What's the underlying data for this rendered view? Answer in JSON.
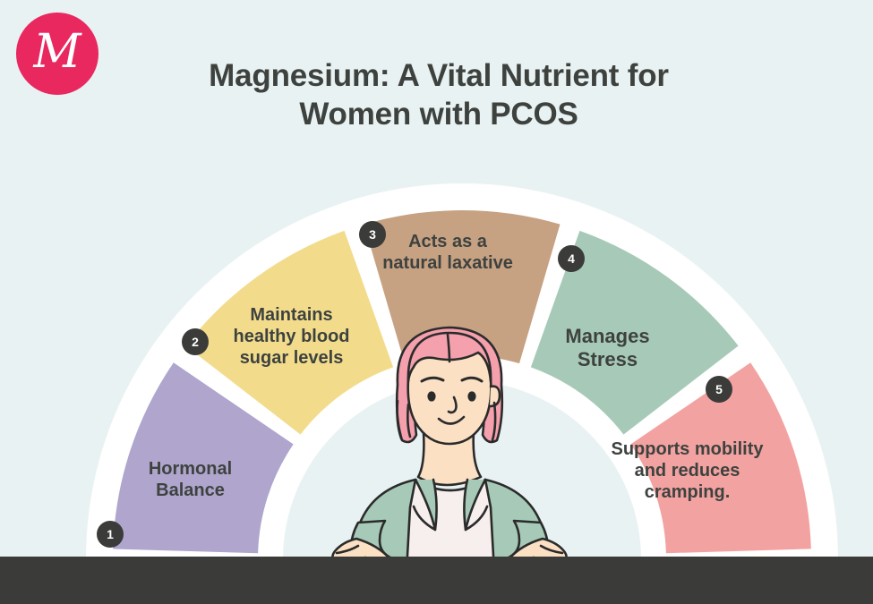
{
  "brand": {
    "logo_letter": "M",
    "logo_color": "#e8285f",
    "logo_icon": "m-monogram-logo"
  },
  "header": {
    "title_line1": "Magnesium: A Vital Nutrient for",
    "title_line2": "Women with PCOS",
    "title_color": "#3e423f"
  },
  "canvas": {
    "background_color": "#e9f2f2",
    "ring_color": "#ffffff",
    "bottom_bar_color": "#3b3b39"
  },
  "chart_data": {
    "type": "pie",
    "title": "Magnesium: A Vital Nutrient for Women with PCOS",
    "layout": "semicircular-donut",
    "segment_count": 5,
    "categories": [
      "Hormonal Balance",
      "Maintains healthy blood sugar levels",
      "Acts as a natural laxative",
      "Manages Stress",
      "Supports mobility and reduces cramping."
    ],
    "values": [
      20,
      20,
      20,
      20,
      20
    ],
    "colors": [
      "#afa5cd",
      "#f2dc8c",
      "#c6a182",
      "#a7cab8",
      "#f2a3a1"
    ],
    "legend": "none",
    "grid": false
  },
  "segments": [
    {
      "number": "1",
      "label": "Hormonal Balance",
      "color": "#afa5cd",
      "badge_color": "#3b3b39"
    },
    {
      "number": "2",
      "label": "Maintains healthy blood sugar levels",
      "color": "#f2dc8c",
      "badge_color": "#3b3b39"
    },
    {
      "number": "3",
      "label": "Acts as a natural laxative",
      "color": "#c6a182",
      "badge_color": "#3b3b39"
    },
    {
      "number": "4",
      "label": "Manages Stress",
      "color": "#a7cab8",
      "badge_color": "#3b3b39"
    },
    {
      "number": "5",
      "label": "Supports mobility and reduces cramping.",
      "color": "#f2a3a1",
      "badge_color": "#3b3b39"
    }
  ],
  "illustration": {
    "name": "woman-arms-crossed",
    "hair_color": "#f4a0ad",
    "skin_color": "#fbe0c4",
    "blazer_color": "#a7cab8",
    "top_color": "#f7eeee",
    "outline_color": "#2b2b2b"
  }
}
